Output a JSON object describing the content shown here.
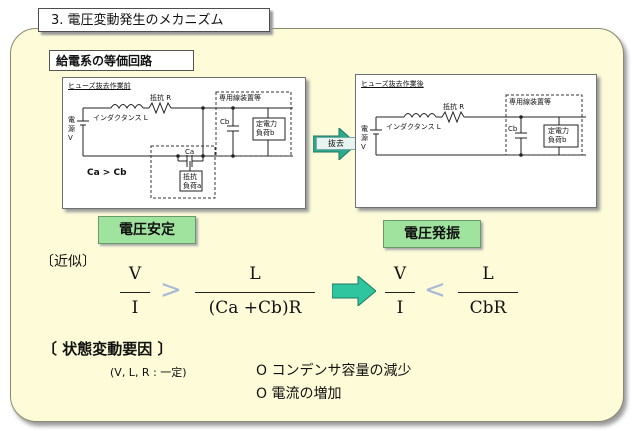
{
  "section_title": "3. 電圧変動発生のメカニズム",
  "circuit_label": "給電系の等価回路",
  "before": {
    "header": "ヒューズ抜去作業前",
    "resistor": "抵抗 R",
    "inductance": "インダクタンス L",
    "power": [
      "電",
      "源",
      "V"
    ],
    "equipment": "専用線装置等",
    "cb": "Cb",
    "ca": "Ca",
    "load_b": [
      "定電力",
      "負荷b"
    ],
    "load_a": [
      "抵抗",
      "負荷a"
    ],
    "comparison": "Ca > Cb"
  },
  "transition_label": "抜去",
  "after": {
    "header": "ヒューズ抜去作業後",
    "resistor": "抵抗 R",
    "inductance": "インダクタンス L",
    "power": [
      "電",
      "源",
      "V"
    ],
    "equipment": "専用線装置等",
    "cb": "Cb",
    "load_b": [
      "定電力",
      "負荷b"
    ]
  },
  "badge_stable": "電圧安定",
  "badge_oscillation": "電圧発振",
  "approx_label": "〔近似〕",
  "formula_left": {
    "num1": "V",
    "den1": "I",
    "op": ">",
    "num2": "L",
    "den2": "(Ca +Cb)R"
  },
  "formula_right": {
    "num1": "V",
    "den1": "I",
    "op": "<",
    "num2": "L",
    "den2": "CbR"
  },
  "factor_title": "〔 状態変動要因 〕",
  "factor_condition": "(V, L, R : 一定)",
  "factors": [
    "O コンデンサ容量の減少",
    "O 電流の増加"
  ],
  "colors": {
    "panel": "#fdfbd8",
    "badge": "#9fe39f",
    "arrow": "#2fa98c",
    "operator": "#a8b8d8"
  }
}
